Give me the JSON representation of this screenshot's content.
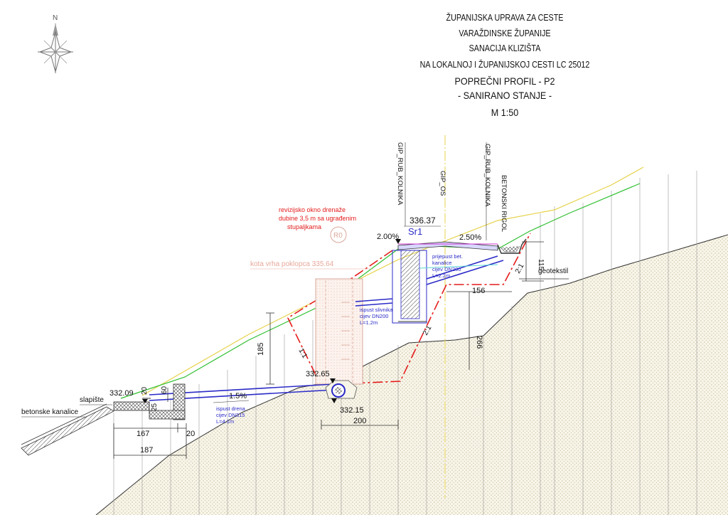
{
  "title_block": {
    "line1": "ŽUPANIJSKA UPRAVA ZA CESTE",
    "line2": "VARAŽDINSKE ŽUPANIJE",
    "line3": "SANACIJA KLIZIŠTA",
    "line4": "NA LOKALNOJ I ŽUPANIJSKOJ CESTI LC 25012",
    "line5": "POPREČNI PROFIL - P2",
    "line6": "- SANIRANO STANJE -",
    "line7": "M 1:50"
  },
  "north_arrow": {
    "label": "N",
    "icon": "north-arrow-icon"
  },
  "section_labels": {
    "gip_rub_kolnika_left": "GIP_RUB_KOLNIKA",
    "gip_os": "GIP_OS",
    "gip_rub_kolnika_right": "GIP_RUB_KOLNIKA",
    "betonski_rigol": "BETONSKI RIGOL"
  },
  "elevations": {
    "road_edge": "336.37",
    "road_code": "Sr1",
    "manhole_top": "kota vrha poklopca 335.64",
    "pipe_top": "332.65",
    "pipe_bottom": "332.15",
    "outlet": "332.09"
  },
  "slopes": {
    "left_lane": "2.00%",
    "right_lane": "2.50%",
    "drain_pipe": "1.5%",
    "ratio_left": "1:1",
    "ratio_mid": "2:1",
    "ratio_right": "2:1"
  },
  "notes": {
    "manhole_note_1": "revizijsko okno drenaže",
    "manhole_note_2": "dubine 3,5 m sa ugrađenim",
    "manhole_note_3": "stupaljkama",
    "manhole_tag": "R0",
    "culvert_1": "prijepust bet.",
    "culvert_2": "kanalice",
    "culvert_3": "cijev DN200",
    "culvert_4": "L=2.2m",
    "gully_1": "ispust slivnika",
    "gully_2": "cijev DN200",
    "gully_3": "L=1.2m",
    "drain_1": "ispust drena",
    "drain_2": "cijev DN315",
    "drain_3": "L=4.1m",
    "geotekstil": "geotekstil",
    "slapiste": "slapište",
    "betonske_kanalice": "betonske kanalice"
  },
  "dimensions": {
    "d115": "115",
    "d156": "156",
    "d266": "266",
    "d185": "185",
    "d200": "200",
    "d167": "167",
    "d20a": "20",
    "d187": "187",
    "d60": "60",
    "d20b": "20",
    "d25": "25"
  },
  "colors": {
    "red_dash": "#e41c1c",
    "blue_pipe": "#2b2bc8",
    "green_terrain": "#2fbf2f",
    "yellow_line": "#e6d24a",
    "hatch": "#c9c19a",
    "magenta": "#cc33cc"
  }
}
